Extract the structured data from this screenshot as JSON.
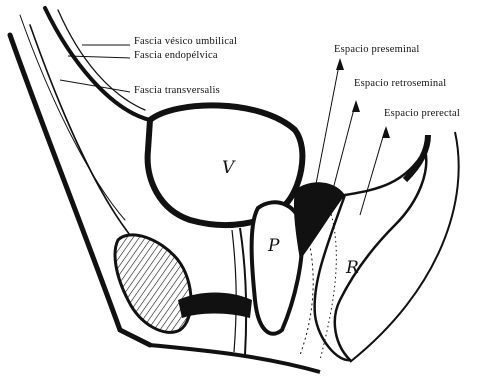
{
  "labels": {
    "fascia_vesico_umbilical": "Fascia vésico umbilical",
    "fascia_endopelvica": "Fascia endopélvica",
    "fascia_transversalis": "Fascia transversalis",
    "espacio_preseminal": "Espacio preseminal",
    "espacio_retroseminal": "Espacio retroseminal",
    "espacio_prerectal": "Espacio prerectal"
  },
  "organs": {
    "bladder": "V",
    "prostate": "P",
    "rectum": "R"
  },
  "colors": {
    "ink": "#111111",
    "background": "#ffffff"
  }
}
